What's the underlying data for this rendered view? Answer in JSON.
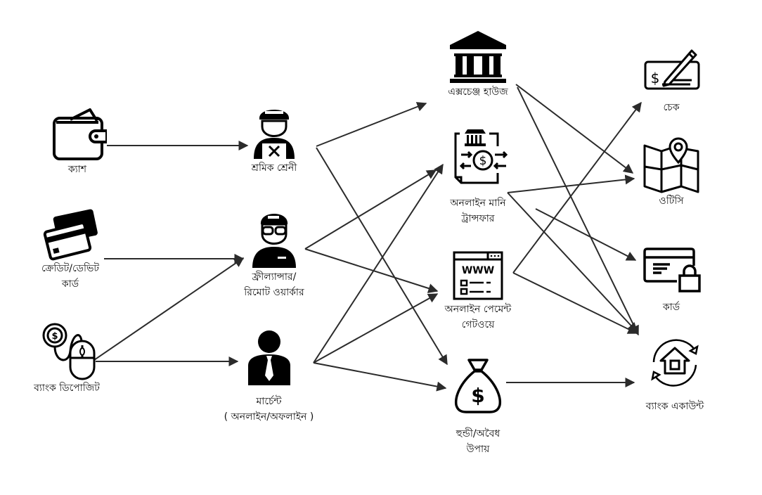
{
  "diagram": {
    "title": "",
    "line_color": "#2b2b2b",
    "icon_color": "#000000"
  },
  "nodes": {
    "cash": {
      "label": "ক্যাশ",
      "icon": "wallet-icon"
    },
    "card_payment": {
      "label1": "ক্রেডিট/ডেভিট",
      "label2": "কার্ড",
      "icon": "credit-cards-icon"
    },
    "bank_deposit": {
      "label": "ব্যাংক  ডিপোজিট",
      "icon": "money-mouse-icon"
    },
    "worker": {
      "label": "শ্রমিক  শ্রেনী",
      "icon": "worker-icon"
    },
    "freelancer": {
      "label1": "ফ্রীল্যান্সার/",
      "label2": "রিমোট  ওয়ার্কার",
      "icon": "freelancer-icon"
    },
    "merchant": {
      "label1": "মার্চেন্ট",
      "label2": "( অনলাইন/অফলাইন )",
      "icon": "merchant-icon"
    },
    "exchange_house": {
      "label": "এক্সচেঞ্জ  হাউজ",
      "icon": "bank-building-icon"
    },
    "online_transfer": {
      "label1": "অনলাইন  মানি",
      "label2": "ট্রান্সফার",
      "icon": "money-transfer-icon"
    },
    "payment_gateway": {
      "label1": "অনলাইন  পেমেন্ট",
      "label2": "গেটওয়ে",
      "icon": "web-browser-icon"
    },
    "hundi": {
      "label1": "হুন্ডী/অবৈধ",
      "label2": "উপায়",
      "icon": "money-bag-icon"
    },
    "cheque": {
      "label": "চেক",
      "icon": "cheque-icon"
    },
    "otc": {
      "label": "ওটিসি",
      "icon": "map-pin-icon"
    },
    "card": {
      "label": "কার্ড",
      "icon": "card-lock-icon"
    },
    "bank_account": {
      "label": "ব্যাংক  একাউন্ট",
      "icon": "home-refresh-icon"
    }
  },
  "edges": [
    {
      "from": "cash",
      "to": "worker"
    },
    {
      "from": "card_payment",
      "to": "freelancer"
    },
    {
      "from": "bank_deposit",
      "to": "freelancer"
    },
    {
      "from": "bank_deposit",
      "to": "merchant"
    },
    {
      "from": "worker",
      "to": "exchange_house"
    },
    {
      "from": "worker",
      "to": "hundi"
    },
    {
      "from": "freelancer",
      "to": "online_transfer"
    },
    {
      "from": "freelancer",
      "to": "payment_gateway"
    },
    {
      "from": "merchant",
      "to": "online_transfer"
    },
    {
      "from": "merchant",
      "to": "payment_gateway"
    },
    {
      "from": "merchant",
      "to": "hundi"
    },
    {
      "from": "exchange_house",
      "to": "otc"
    },
    {
      "from": "exchange_house",
      "to": "bank_account"
    },
    {
      "from": "online_transfer",
      "to": "otc"
    },
    {
      "from": "online_transfer",
      "to": "card"
    },
    {
      "from": "online_transfer",
      "to": "bank_account"
    },
    {
      "from": "payment_gateway",
      "to": "cheque"
    },
    {
      "from": "payment_gateway",
      "to": "bank_account"
    },
    {
      "from": "hundi",
      "to": "bank_account"
    }
  ]
}
